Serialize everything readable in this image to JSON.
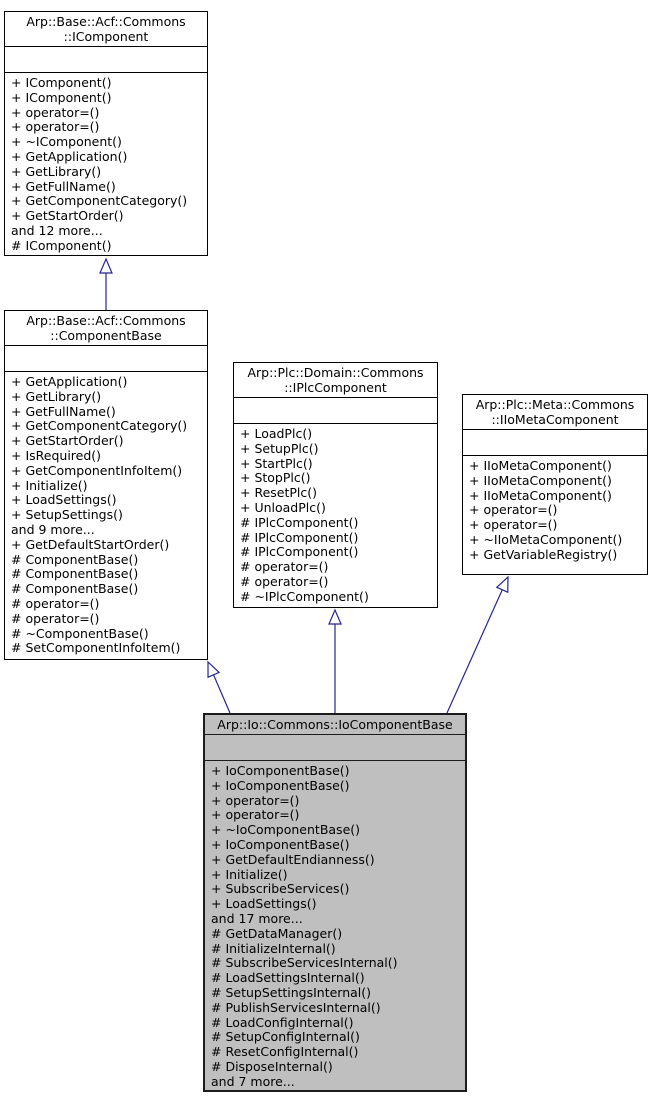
{
  "colors": {
    "arrow": "#252593",
    "box_border": "#000000",
    "box_fill": "#ffffff",
    "current_class_fill": "#bfbfbf",
    "background": "#ffffff",
    "text": "#000000"
  },
  "classes": [
    {
      "id": "icomponent",
      "title": "Arp::Base::Acf::Commons\n::IComponent",
      "members": [
        "+ IComponent()",
        "+ IComponent()",
        "+ operator=()",
        "+ operator=()",
        "+ ~IComponent()",
        "+ GetApplication()",
        "+ GetLibrary()",
        "+ GetFullName()",
        "+ GetComponentCategory()",
        "+ GetStartOrder()",
        "and 12 more...",
        "# IComponent()"
      ]
    },
    {
      "id": "componentbase",
      "title": "Arp::Base::Acf::Commons\n::ComponentBase",
      "members": [
        "+ GetApplication()",
        "+ GetLibrary()",
        "+ GetFullName()",
        "+ GetComponentCategory()",
        "+ GetStartOrder()",
        "+ IsRequired()",
        "+ GetComponentInfoItem()",
        "+ Initialize()",
        "+ LoadSettings()",
        "+ SetupSettings()",
        "and 9 more...",
        "+ GetDefaultStartOrder()",
        "# ComponentBase()",
        "# ComponentBase()",
        "# ComponentBase()",
        "# operator=()",
        "# operator=()",
        "# ~ComponentBase()",
        "# SetComponentInfoItem()"
      ]
    },
    {
      "id": "iplccomponent",
      "title": "Arp::Plc::Domain::Commons\n::IPlcComponent",
      "members": [
        "+ LoadPlc()",
        "+ SetupPlc()",
        "+ StartPlc()",
        "+ StopPlc()",
        "+ ResetPlc()",
        "+ UnloadPlc()",
        "# IPlcComponent()",
        "# IPlcComponent()",
        "# IPlcComponent()",
        "# operator=()",
        "# operator=()",
        "# ~IPlcComponent()"
      ]
    },
    {
      "id": "iiometacomponent",
      "title": "Arp::Plc::Meta::Commons\n::IIoMetaComponent",
      "members": [
        "+ IIoMetaComponent()",
        "+ IIoMetaComponent()",
        "+ IIoMetaComponent()",
        "+ operator=()",
        "+ operator=()",
        "+ ~IIoMetaComponent()",
        "+ GetVariableRegistry()"
      ]
    },
    {
      "id": "iocomponentbase",
      "title": "Arp::Io::Commons::IoComponentBase",
      "members": [
        "+ IoComponentBase()",
        "+ IoComponentBase()",
        "+ operator=()",
        "+ operator=()",
        "+ ~IoComponentBase()",
        "+ IoComponentBase()",
        "+ GetDefaultEndianness()",
        "+ Initialize()",
        "+ SubscribeServices()",
        "+ LoadSettings()",
        "and 17 more...",
        "# GetDataManager()",
        "# InitializeInternal()",
        "# SubscribeServicesInternal()",
        "# LoadSettingsInternal()",
        "# SetupSettingsInternal()",
        "# PublishServicesInternal()",
        "# LoadConfigInternal()",
        "# SetupConfigInternal()",
        "# ResetConfigInternal()",
        "# DisposeInternal()",
        "and 7 more..."
      ]
    }
  ]
}
